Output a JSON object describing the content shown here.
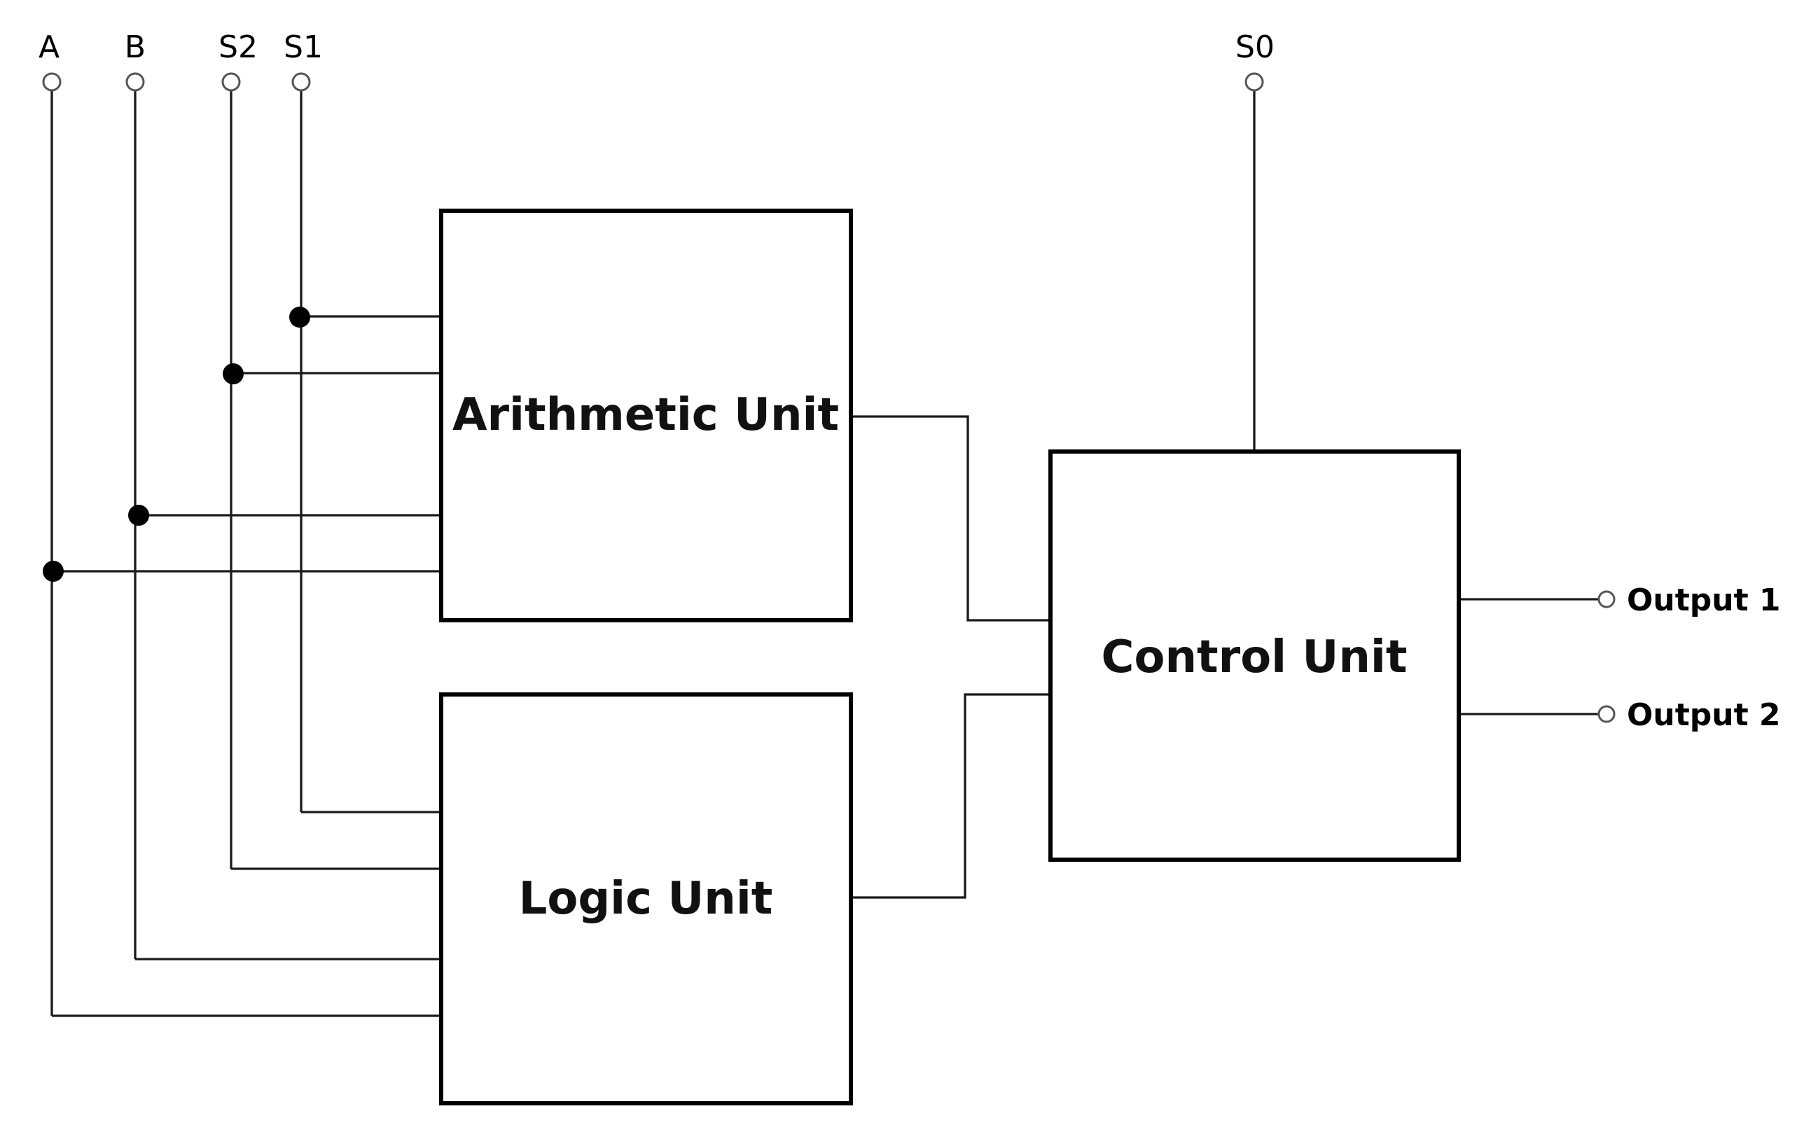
{
  "inputs": {
    "a": "A",
    "b": "B",
    "s2": "S2",
    "s1": "S1",
    "s0": "S0"
  },
  "units": {
    "arithmetic": "Arithmetic Unit",
    "logic": "Logic Unit",
    "control": "Control Unit"
  },
  "outputs": {
    "out1": "Output 1",
    "out2": "Output 2"
  }
}
